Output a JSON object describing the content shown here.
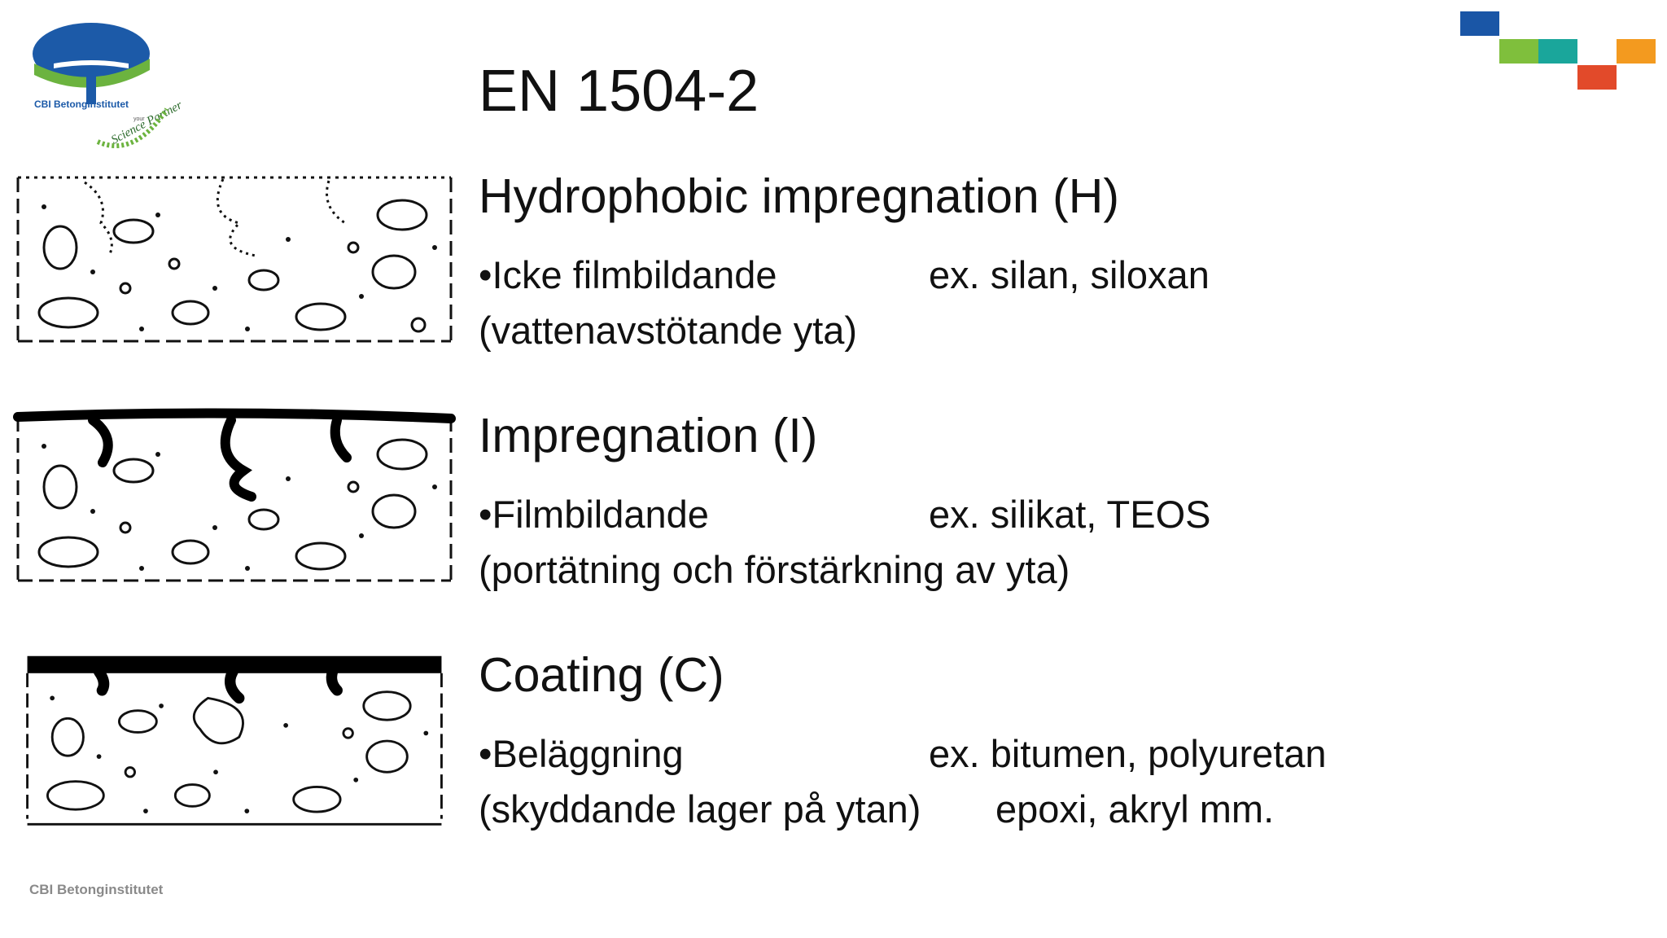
{
  "logo": {
    "org": "CBI Betonginstitutet",
    "tagline_small": "your",
    "tagline": "Science Partner"
  },
  "footer": "CBI Betonginstitutet",
  "title": "EN 1504-2",
  "deco_colors": [
    "#1a56a6",
    "#7fbf3c",
    "#1aa69b",
    "#f39a1f",
    "#e24a2a"
  ],
  "sections": [
    {
      "heading": "Hydrophobic impregnation (H)",
      "line1": "•Icke filmbildande",
      "line1_example": "ex. silan, siloxan",
      "line2": "(vattenavstötande yta)",
      "line2_example": ""
    },
    {
      "heading": "Impregnation (I)",
      "line1": "•Filmbildande",
      "line1_example": "ex. silikat, TEOS",
      "line2": "(portätning och förstärkning av yta)",
      "line2_example": ""
    },
    {
      "heading": "Coating (C)",
      "line1": "•Beläggning",
      "line1_example": "ex. bitumen, polyuretan",
      "line2": "(skyddande lager på ytan)",
      "line2_example": "epoxi, akryl mm."
    }
  ]
}
